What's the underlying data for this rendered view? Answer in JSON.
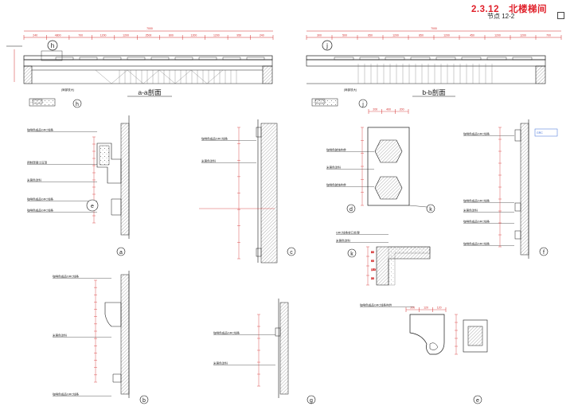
{
  "header": {
    "title": "2.3.12　北楼梯间",
    "node": "节点 12-2"
  },
  "sections": {
    "aa": "a-a剖面",
    "bb": "b-b剖面"
  },
  "markers": [
    "h",
    "j",
    "a",
    "b",
    "c",
    "d",
    "e",
    "f",
    "g",
    "k"
  ],
  "callouts": {
    "detail_h": "(局部放大)",
    "detail_j": "(局部放大)",
    "a": [
      "咖啡色成品GRC线条",
      "预制混凝土压顶",
      "米黄色涂料",
      "咖啡色成品GRC线条",
      "咖啡色成品GRC线条"
    ],
    "b": [
      "咖啡色成品GRC线条",
      "米黄色涂料",
      "咖啡色成品GRC线条"
    ],
    "c": [
      "咖啡色成品GRC线条",
      "米黄色涂料"
    ],
    "d": [
      "咖啡色装饰构件",
      "米黄色涂料",
      "咖啡色装饰构件"
    ],
    "e": [
      "咖啡色成品GRC线条",
      "咖啡色成品GRC线条",
      "米黄色涂料",
      "咖啡色成品GRC线条",
      "咖啡色成品GRC线条"
    ],
    "f": [
      "咖啡色成品GRC线条",
      "米黄色涂料"
    ],
    "g": [
      "咖啡色成品GRC线条构件"
    ],
    "k": [
      "GRC线条收口处理",
      "米黄色涂料"
    ]
  },
  "dims": {
    "aa_top": [
      "240",
      "4800",
      "700",
      "1200",
      "1200",
      "2500",
      "800",
      "1200",
      "1200",
      "950",
      "240"
    ],
    "aa_total": "7000",
    "bb_top": [
      "300",
      "500",
      "650",
      "1200",
      "850",
      "1200",
      "450",
      "1200",
      "1200",
      "700"
    ],
    "bb_total": "7000",
    "d_top": [
      "200",
      "400",
      "200"
    ],
    "g_top": [
      "200",
      "120",
      "120"
    ],
    "k_side": [
      "80",
      "60",
      "150",
      "30"
    ]
  },
  "colors": {
    "title": "#e0202a",
    "dim": "#d42a2a",
    "line": "#1a1a1a",
    "blue": "#3f6fd8"
  }
}
